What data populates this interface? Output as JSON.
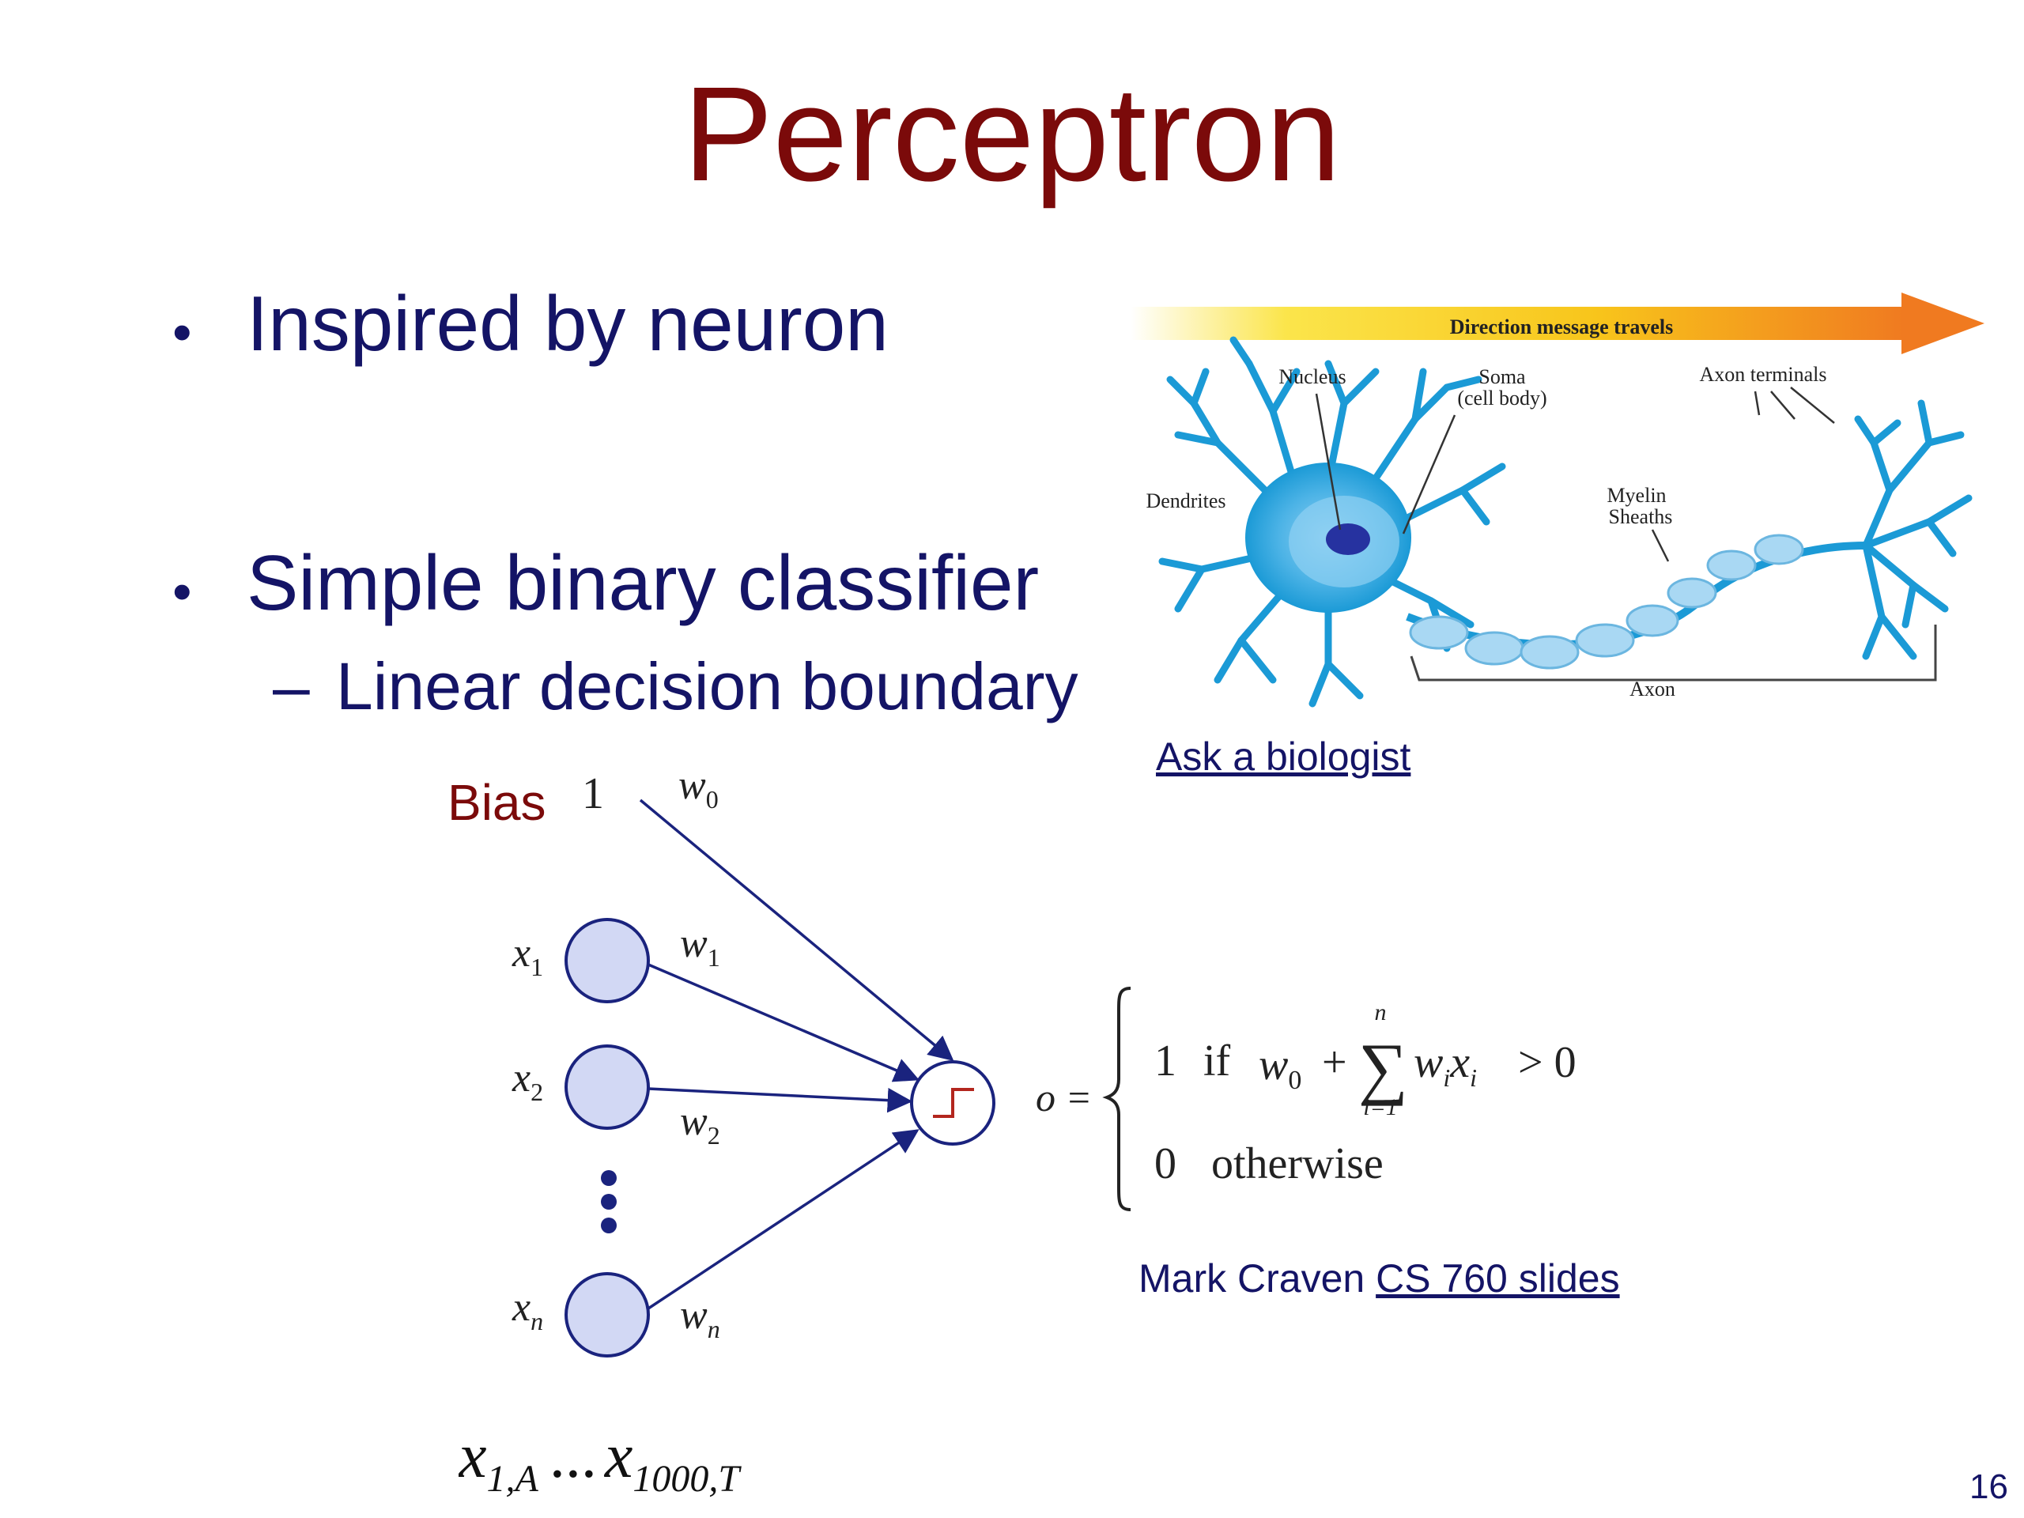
{
  "title": "Perceptron",
  "bullets": [
    {
      "text": "Inspired by neuron"
    },
    {
      "text": "Simple binary classifier",
      "sub": [
        "Linear decision boundary"
      ]
    }
  ],
  "neuron_figure": {
    "arrow_label": "Direction message travels",
    "labels": {
      "nucleus": "Nucleus",
      "soma_line1": "Soma",
      "soma_line2": "(cell body)",
      "axon_terminals": "Axon terminals",
      "dendrites": "Dendrites",
      "myelin_line1": "Myelin",
      "myelin_line2": "Sheaths",
      "axon": "Axon"
    },
    "link": "Ask a biologist"
  },
  "perceptron_diagram": {
    "bias_label": "Bias",
    "bias_input": "1",
    "weights": [
      "w",
      "w",
      "w",
      "w"
    ],
    "weight_subscripts": [
      "0",
      "1",
      "2",
      "n"
    ],
    "inputs": [
      "x",
      "x",
      "x"
    ],
    "input_subscripts": [
      "1",
      "2",
      "n"
    ]
  },
  "formula": {
    "output": "o =",
    "case1_value": "1",
    "case1_if": "if",
    "case1_w0": "w",
    "case1_w0_sub": "0",
    "case1_plus": "+",
    "sum_upper": "n",
    "sum_lower": "i=1",
    "case1_term": "w",
    "case1_term_sub": "i",
    "case1_x": "x",
    "case1_x_sub": "i",
    "case1_gt": "> 0",
    "case2_value": "0",
    "case2_text": "otherwise"
  },
  "credit": {
    "author": "Mark Craven",
    "link": "CS 760 slides"
  },
  "sequence": {
    "x1": "x",
    "x1_sub": "1,A",
    "ellipsis": "...",
    "x2": "x",
    "x2_sub": "1000,T"
  },
  "page_number": "16",
  "colors": {
    "title": "#7b0a0a",
    "text": "#141466",
    "neuron": "#1b9ad6",
    "node_fill": "#d2d8f4",
    "arrow": "#1a237e"
  }
}
